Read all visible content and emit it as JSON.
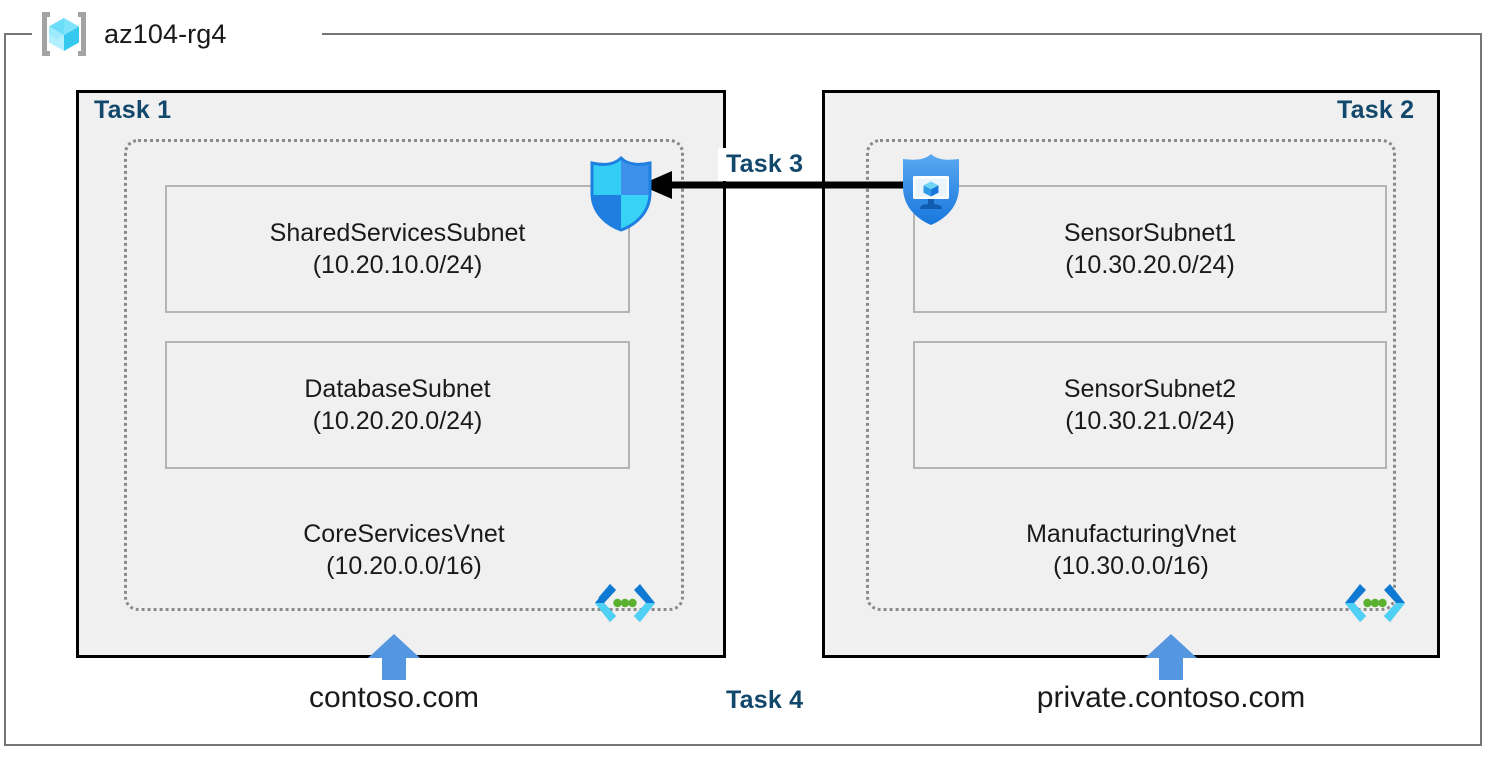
{
  "resource_group": {
    "name": "az104-rg4",
    "icon": "azure-resource-group-icon"
  },
  "colors": {
    "task_label": "#12486b",
    "panel_fill": "#f0f0f0",
    "panel_border": "#000000",
    "vnet_border": "#8a8a8a",
    "subnet_border": "#b4b4b4",
    "frame_border": "#767676",
    "dns_arrow": "#5596e0",
    "connector_arrow": "#000000",
    "shield_light": "#32c5f4",
    "shield_mid": "#3f9bf0",
    "shield_dark": "#1f7fe0",
    "vnet_glyph_blue": "#0078d4",
    "vnet_glyph_cyan": "#50c8f0",
    "vnet_glyph_dot": "#5bb12f"
  },
  "tasks": [
    {
      "id": "task1",
      "label": "Task 1"
    },
    {
      "id": "task2",
      "label": "Task 2"
    },
    {
      "id": "task3",
      "label": "Task 3"
    },
    {
      "id": "task4",
      "label": "Task 4"
    }
  ],
  "vnets": [
    {
      "id": "core",
      "name": "CoreServicesVnet",
      "cidr": "(10.20.0.0/16)",
      "task": "Task 1",
      "dns_zone": "contoso.com",
      "icon": "virtual-network-icon",
      "subnets": [
        {
          "name": "SharedServicesSubnet",
          "cidr": "(10.20.10.0/24)"
        },
        {
          "name": "DatabaseSubnet",
          "cidr": "(10.20.20.0/24)"
        }
      ]
    },
    {
      "id": "manufacturing",
      "name": "ManufacturingVnet",
      "cidr": "(10.30.0.0/16)",
      "task": "Task 2",
      "dns_zone": "private.contoso.com",
      "icon": "virtual-network-icon",
      "subnets": [
        {
          "name": "SensorSubnet1",
          "cidr": "(10.30.20.0/24)"
        },
        {
          "name": "SensorSubnet2",
          "cidr": "(10.30.21.0/24)"
        }
      ]
    }
  ],
  "icons": {
    "nsg_shield": "network-security-group-shield-icon",
    "bastion_shield": "azure-bastion-shield-icon",
    "connector": "peering-arrow-icon",
    "dns_arrow": "dns-zone-up-arrow-icon"
  },
  "dns_zones": [
    {
      "label": "contoso.com"
    },
    {
      "label": "private.contoso.com"
    }
  ]
}
